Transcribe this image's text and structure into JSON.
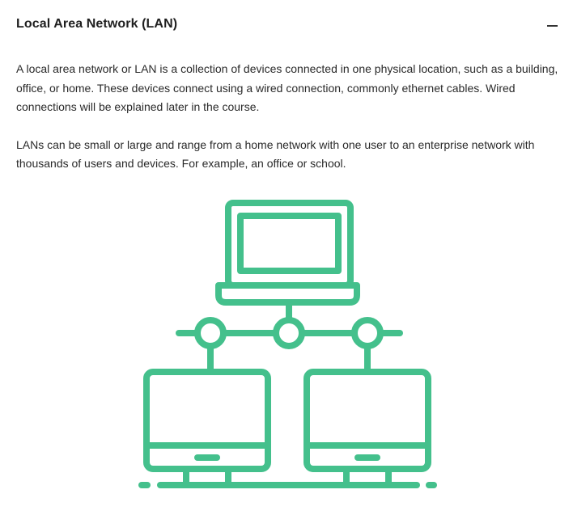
{
  "accordion": {
    "title": "Local Area Network (LAN)",
    "toggle_icon": "minus-icon",
    "expanded": true,
    "paragraphs": [
      "A local area network or LAN is a collection of devices connected in one physical location, such as a building, office, or home. These devices connect using a wired connection, commonly ethernet cables. Wired connections will be explained later in the course.",
      "LANs can be small or large and range from a home network with one user to an enterprise network with thousands of users and devices. For example, an office or school."
    ],
    "illustration": {
      "icon": "lan-network-diagram-icon",
      "color": "#44c08c"
    }
  }
}
